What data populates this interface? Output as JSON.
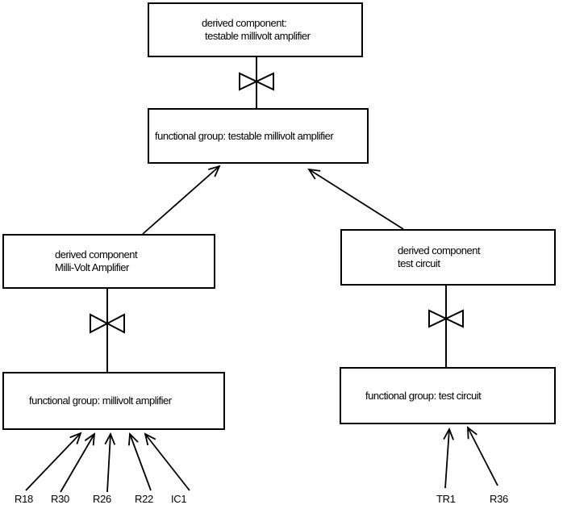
{
  "diagram": {
    "type": "component-refinement-hierarchy",
    "colors": {
      "line": "#000000",
      "background": "#ffffff",
      "box_background": "#ffffff",
      "text": "#000000"
    },
    "icons": {
      "refinement_symbol": "bowtie-icon"
    },
    "boxes": {
      "top_derived": {
        "line1": "derived component:",
        "line2": "testable millivolt amplifier"
      },
      "top_functional": {
        "label": "functional group: testable millivolt amplifier"
      },
      "left_derived": {
        "line1": "derived component",
        "line2": "Milli-Volt Amplifier"
      },
      "left_functional": {
        "label": "functional group: millivolt amplifier"
      },
      "right_derived": {
        "line1": "derived component",
        "line2": "test circuit"
      },
      "right_functional": {
        "label": "functional group: test circuit"
      }
    },
    "components": {
      "left": [
        "R18",
        "R30",
        "R26",
        "R22",
        "IC1"
      ],
      "right": [
        "TR1",
        "R36"
      ]
    }
  }
}
